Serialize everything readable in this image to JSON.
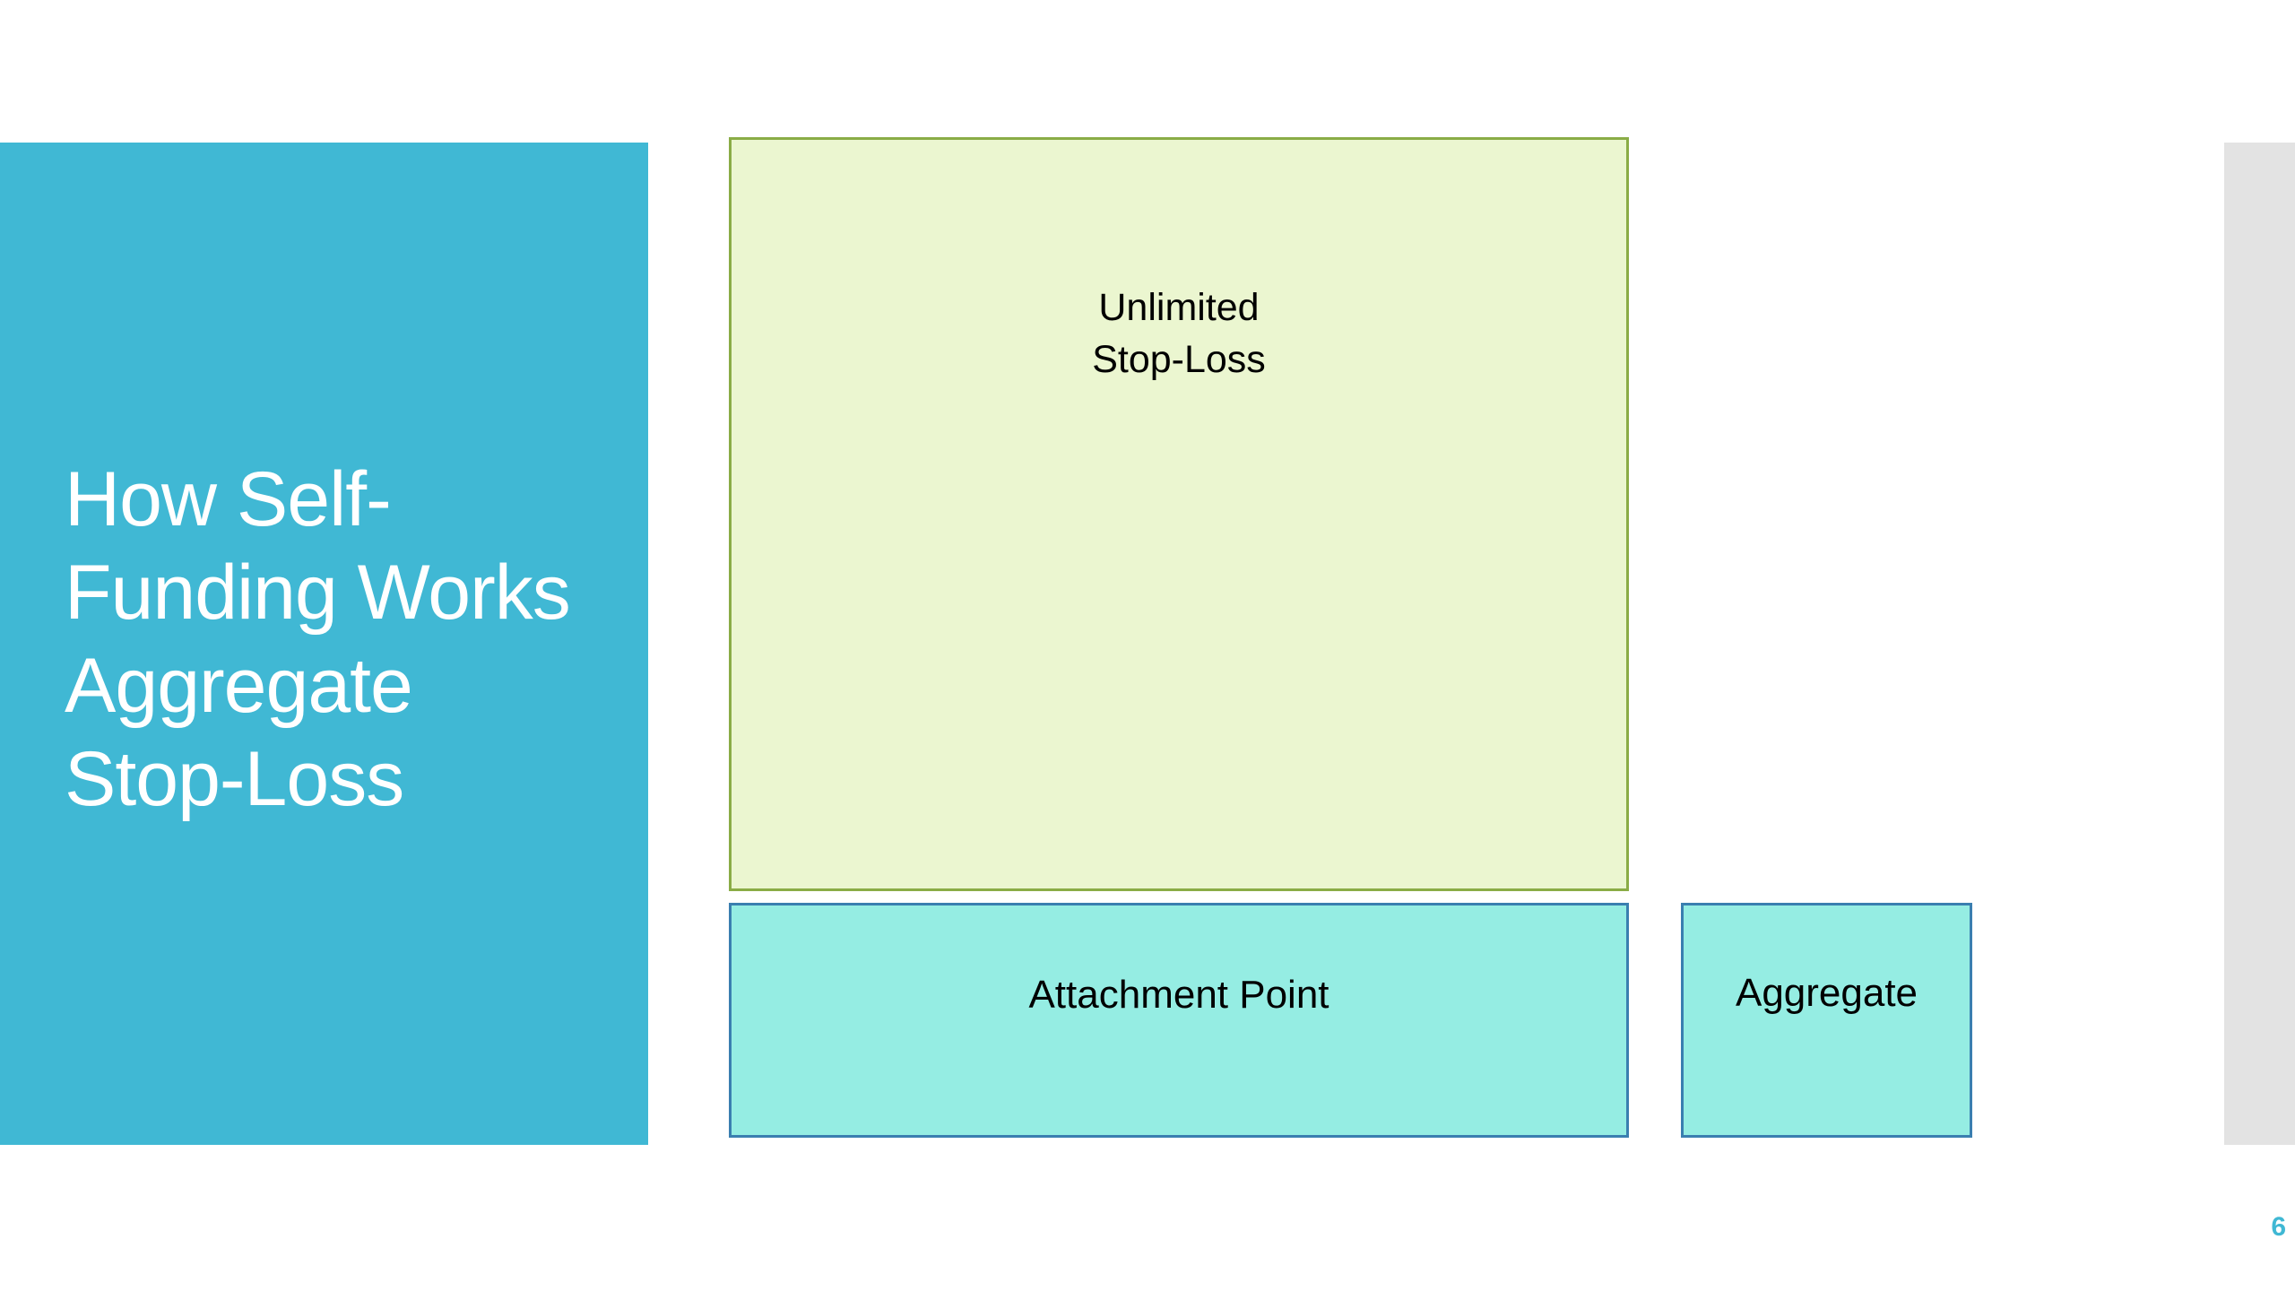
{
  "slide": {
    "title_lines": [
      "How Self-",
      "Funding Works",
      "Aggregate",
      "Stop-Loss"
    ],
    "page_number": "6"
  },
  "diagram": {
    "unlimited_box": {
      "label_lines": [
        "Unlimited",
        "Stop-Loss"
      ],
      "fill_color": "#ebf6d0",
      "border_color": "#8aac46"
    },
    "attachment_box": {
      "label": "Attachment Point",
      "fill_color": "#95ede3",
      "border_color": "#3a7fb0"
    },
    "aggregate_box": {
      "label": "Aggregate",
      "fill_color": "#95ede3",
      "border_color": "#3a7fb0"
    }
  },
  "colors": {
    "accent": "#40b8d4",
    "side_strip": "#e3e3e3",
    "background": "#ffffff"
  }
}
